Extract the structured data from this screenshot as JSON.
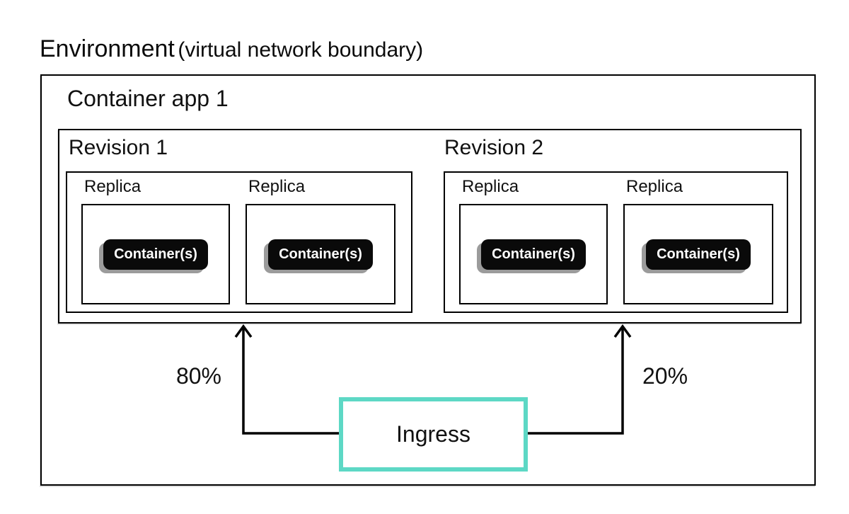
{
  "title": {
    "main": "Environment",
    "sub": "(virtual network boundary)"
  },
  "container_app": {
    "label": "Container app 1"
  },
  "revisions": [
    {
      "label": "Revision 1",
      "traffic_percent": "80%",
      "replicas": [
        {
          "label": "Replica",
          "containers_label": "Container(s)"
        },
        {
          "label": "Replica",
          "containers_label": "Container(s)"
        }
      ]
    },
    {
      "label": "Revision 2",
      "traffic_percent": "20%",
      "replicas": [
        {
          "label": "Replica",
          "containers_label": "Container(s)"
        },
        {
          "label": "Replica",
          "containers_label": "Container(s)"
        }
      ]
    }
  ],
  "ingress": {
    "label": "Ingress"
  },
  "colors": {
    "line": "#000000",
    "text": "#111111",
    "ingress_border": "#5dd8c5",
    "container_badge_bg": "#0a0a0a",
    "container_badge_text": "#ffffff",
    "container_badge_shadow": "#9b9b9b",
    "background": "#ffffff"
  }
}
